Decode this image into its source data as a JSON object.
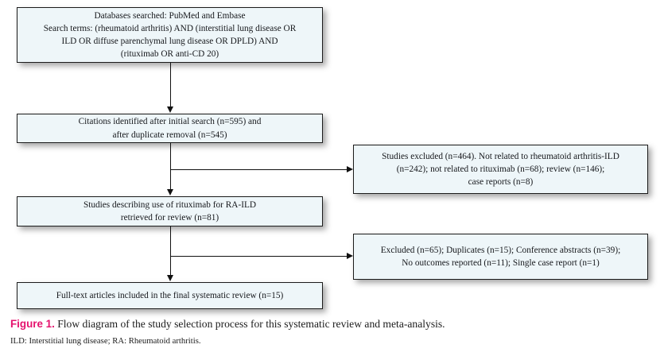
{
  "figure": {
    "type": "flow-diagram",
    "nodes": [
      {
        "id": "search-strategy",
        "text": "Databases searched: PubMed and Embase\nSearch terms: (rheumatoid arthritis) AND (interstitial lung disease OR\nILD OR diffuse parenchymal lung disease OR DPLD) AND\n(rituximab OR anti-CD 20)"
      },
      {
        "id": "citations-identified",
        "text": "Citations identified after initial search (n=595) and\nafter duplicate removal (n=545)"
      },
      {
        "id": "studies-retrieved",
        "text": "Studies describing use of rituximab for RA-ILD\nretrieved for review (n=81)"
      },
      {
        "id": "articles-included",
        "text": "Full-text articles included in the final systematic review (n=15)"
      },
      {
        "id": "studies-excluded-screening",
        "text": "Studies excluded (n=464). Not related to rheumatoid arthritis-ILD\n(n=242); not related to rituximab (n=68); review (n=146);\ncase reports (n=8)"
      },
      {
        "id": "studies-excluded-eligibility",
        "text": "Excluded (n=65); Duplicates (n=15); Conference abstracts (n=39);\nNo outcomes reported (n=11); Single case report (n=1)"
      }
    ],
    "counts": {
      "citations_initial": 595,
      "citations_after_duplicate_removal": 545,
      "studies_retrieved_for_review": 81,
      "studies_excluded_screening_total": 464,
      "excluded_not_related_ra_ild": 242,
      "excluded_not_related_rituximab": 68,
      "excluded_review": 146,
      "excluded_case_reports": 8,
      "excluded_eligibility_total": 65,
      "excluded_duplicates": 15,
      "excluded_conference_abstracts": 39,
      "excluded_no_outcomes_reported": 11,
      "excluded_single_case_report": 1,
      "articles_included_final": 15
    },
    "colors": {
      "box_fill": "#eef6f9",
      "box_border": "#1b1b1b",
      "connector": "#111111",
      "caption_label": "#e5136e",
      "text": "#16181c"
    }
  },
  "caption": {
    "label": "Figure 1.",
    "text": " Flow diagram of the study selection process for this systematic review and meta-analysis.",
    "footnote": "ILD: Interstitial lung disease; RA: Rheumatoid arthritis."
  }
}
